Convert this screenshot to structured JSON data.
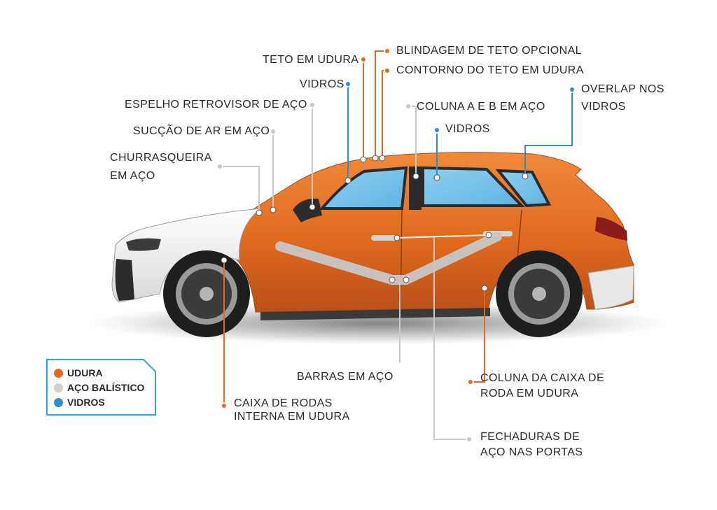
{
  "colors": {
    "udura": "#e36a1e",
    "aco": "#c8c8c8",
    "vidros": "#2f8fca",
    "legend_border": "#3aa0d8"
  },
  "legend": [
    {
      "label": "UDURA",
      "color": "#e36a1e"
    },
    {
      "label": "AÇO BALÍSTICO",
      "color": "#cfcfcf"
    },
    {
      "label": "VIDROS",
      "color": "#2f8fca"
    }
  ],
  "labels": {
    "teto": "TETO EM UDURA",
    "blindagem": "BLINDAGEM DE TETO OPCIONAL",
    "contorno": "CONTORNO DO TETO EM UDURA",
    "vidros_front": "VIDROS",
    "espelho": "ESPELHO RETROVISOR DE AÇO",
    "coluna_ab": "COLUNA A E B EM AÇO",
    "vidros_rear": "VIDROS",
    "overlap_1": "OVERLAP NOS",
    "overlap_2": "VIDROS",
    "succao": "SUCÇÃO DE AR EM AÇO",
    "churras_1": "CHURRASQUEIRA",
    "churras_2": "EM AÇO",
    "barras": "BARRAS EM AÇO",
    "coluna_caixa_1": "COLUNA DA CAIXA DE",
    "coluna_caixa_2": "RODA EM UDURA",
    "caixa_rodas_1": "CAIXA DE RODAS",
    "caixa_rodas_2": "INTERNA EM UDURA",
    "fechaduras_1": "FECHADURAS DE",
    "fechaduras_2": "AÇO NAS PORTAS"
  }
}
